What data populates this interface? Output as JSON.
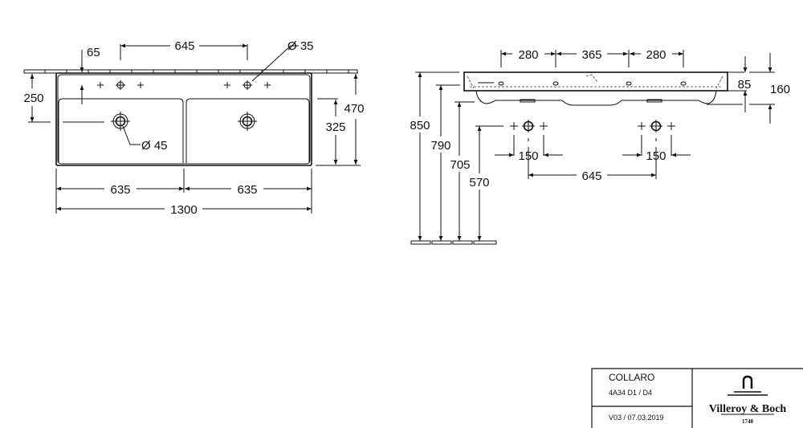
{
  "top_view": {
    "dim_tap_spacing": "645",
    "dim_tap_offset": "65",
    "dim_tap_hole": "Ø 35",
    "dim_drain_depth": "250",
    "dim_drain_hole": "Ø 45",
    "dim_total_depth": "470",
    "dim_bowl_depth": "325",
    "dim_bowl_left": "635",
    "dim_bowl_right": "635",
    "dim_total_width": "1300"
  },
  "side_view": {
    "dim_seg_1": "280",
    "dim_seg_2": "365",
    "dim_seg_3": "280",
    "dim_rim": "85",
    "dim_height": "160",
    "dim_h_850": "850",
    "dim_h_790": "790",
    "dim_h_705": "705",
    "dim_h_570": "570",
    "dim_tap_left": "150",
    "dim_tap_right": "150",
    "dim_drain_spacing": "645"
  },
  "title_block": {
    "product": "COLLARO",
    "code": "4A34 D1 / D4",
    "version": "V03 / 07.03.2019",
    "brand": "Villeroy & Boch",
    "brand_year": "1748"
  }
}
